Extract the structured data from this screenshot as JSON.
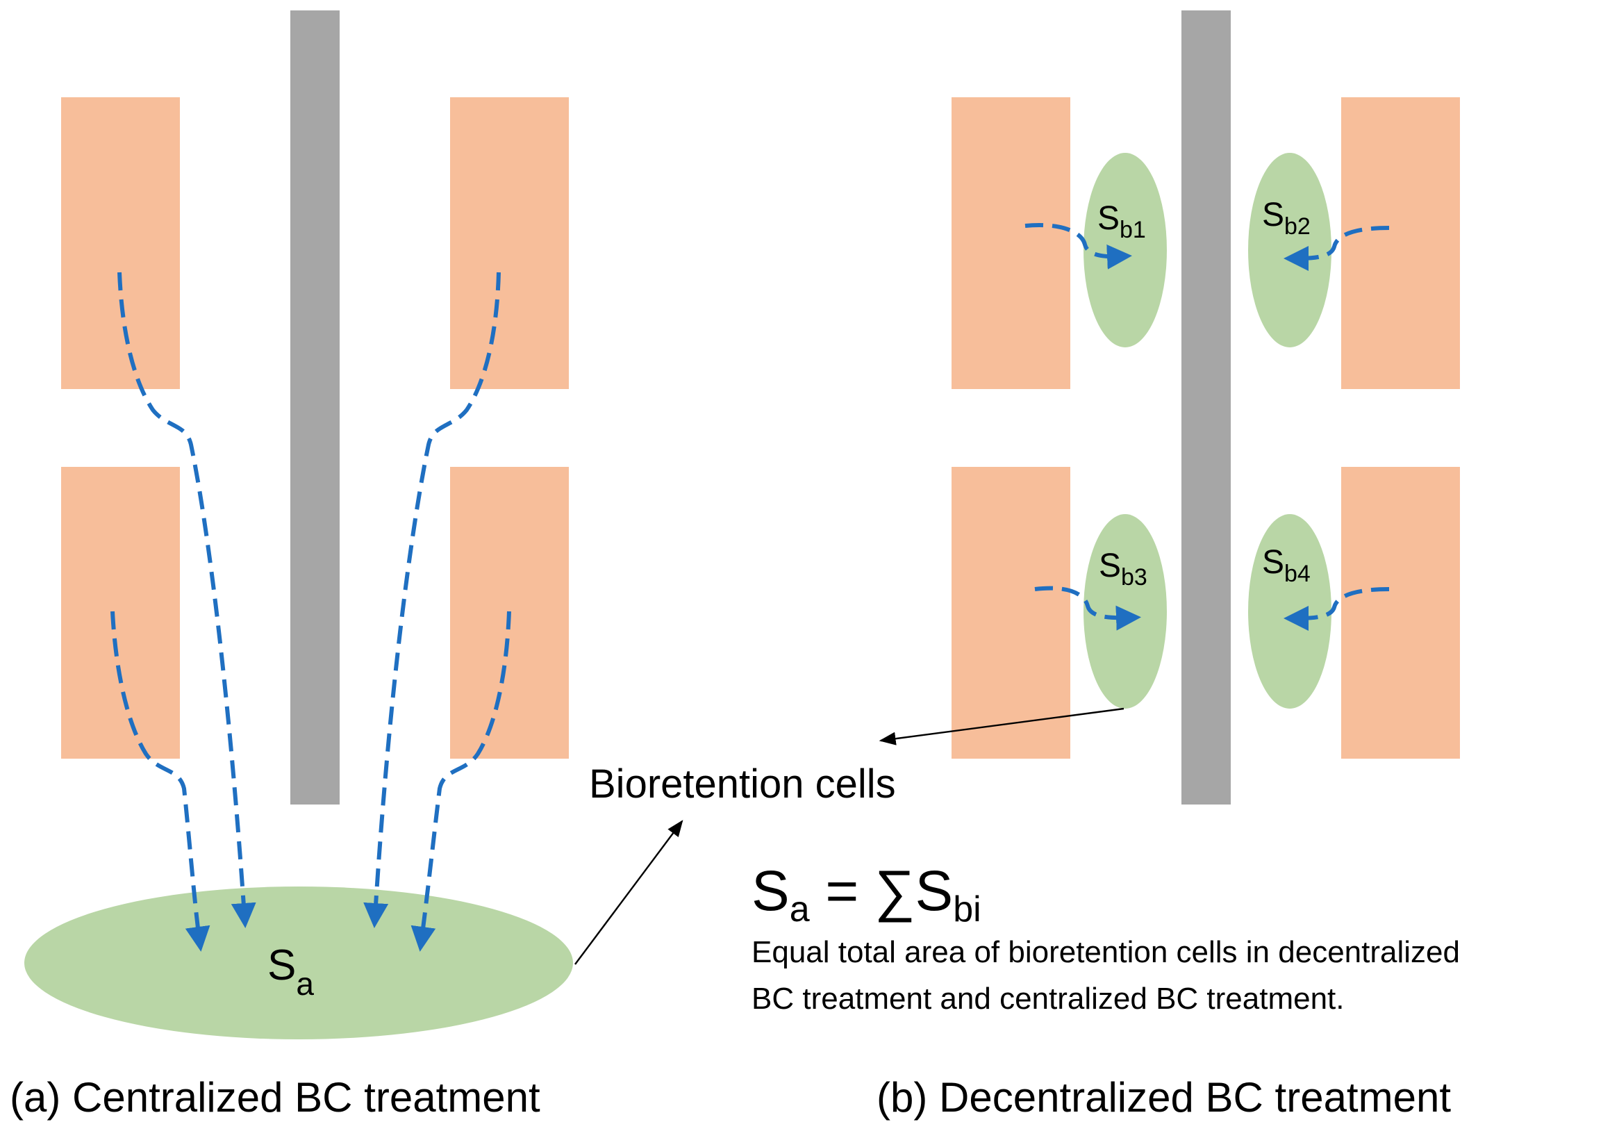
{
  "colors": {
    "building": "#F7BE9A",
    "road": "#A6A6A6",
    "cell": "#B9D6A6",
    "flow": "#1F6FC1",
    "pointer": "#000000"
  },
  "panel_a": {
    "cell_label": "S",
    "cell_sub": "a",
    "caption": "(a) Centralized BC treatment"
  },
  "panel_b": {
    "cells": [
      {
        "label": "S",
        "sub": "b1"
      },
      {
        "label": "S",
        "sub": "b2"
      },
      {
        "label": "S",
        "sub": "b3"
      },
      {
        "label": "S",
        "sub": "b4"
      }
    ],
    "caption": "(b) Decentralized BC treatment"
  },
  "callout": {
    "label": "Bioretention cells"
  },
  "equation": {
    "lhs": "S",
    "lhs_sub": "a",
    "operator": " = ∑S",
    "rhs_sub": "bi",
    "note_line1": "Equal total area of bioretention cells in decentralized",
    "note_line2": "BC treatment and centralized BC treatment."
  }
}
